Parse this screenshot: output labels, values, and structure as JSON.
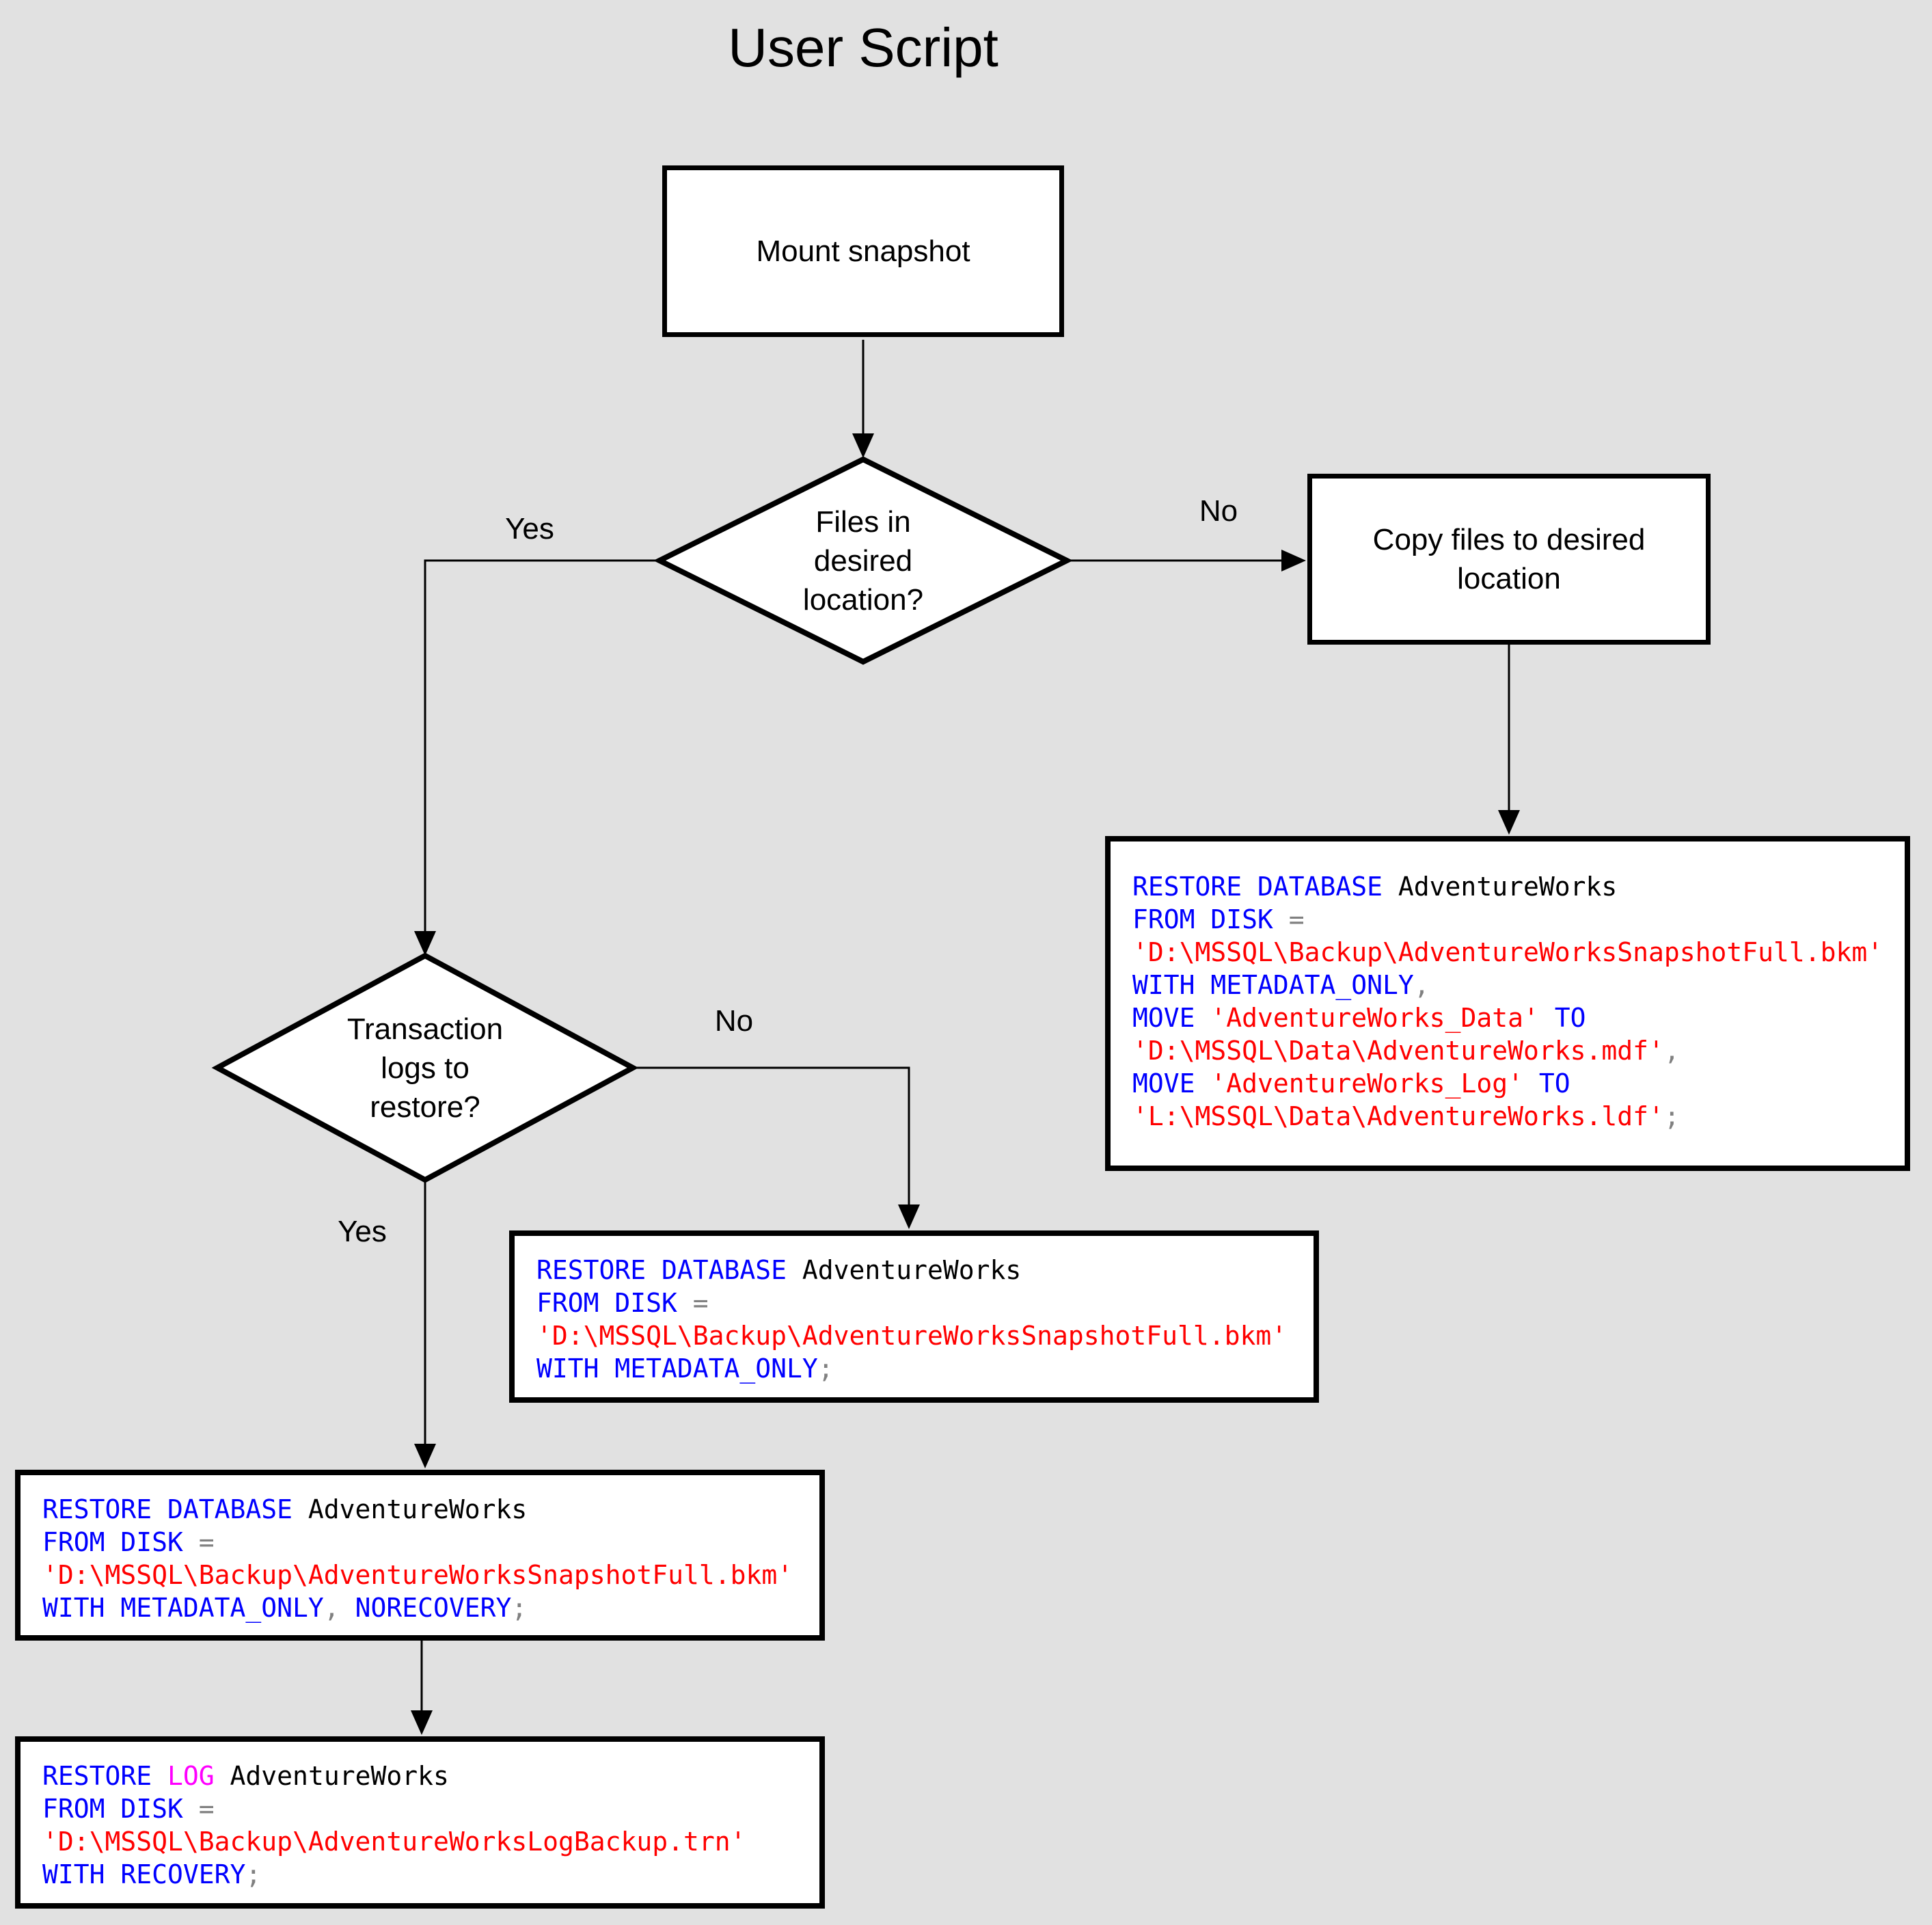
{
  "title": "User Script",
  "nodes": {
    "mount": {
      "label": "Mount snapshot"
    },
    "files_decision": {
      "label": "Files in\ndesired\nlocation?"
    },
    "copy_files": {
      "label": "Copy files to desired location"
    },
    "logs_decision": {
      "label": "Transaction\nlogs to\nrestore?"
    }
  },
  "edge_labels": {
    "files_yes": "Yes",
    "files_no": "No",
    "logs_yes": "Yes",
    "logs_no": "No"
  },
  "colors": {
    "keyword": "#0000FF",
    "identifier": "#000000",
    "string": "#FF0000",
    "punctuation": "#808080",
    "log_keyword": "#FF00FF",
    "shape_fill": "#FFFFFF",
    "shape_stroke": "#000000",
    "background": "#E1E1E1"
  },
  "code_blocks": {
    "copy_restore": {
      "lines": [
        [
          {
            "t": "RESTORE DATABASE",
            "c": "keyword"
          },
          {
            "t": " AdventureWorks",
            "c": "identifier"
          }
        ],
        [
          {
            "t": "FROM DISK",
            "c": "keyword"
          },
          {
            "t": " =",
            "c": "punctuation"
          }
        ],
        [
          {
            "t": "'D:\\MSSQL\\Backup\\AdventureWorksSnapshotFull.bkm'",
            "c": "string"
          }
        ],
        [
          {
            "t": "WITH METADATA_ONLY",
            "c": "keyword"
          },
          {
            "t": ",",
            "c": "punctuation"
          }
        ],
        [
          {
            "t": "MOVE",
            "c": "keyword"
          },
          {
            "t": " 'AdventureWorks_Data'",
            "c": "string"
          },
          {
            "t": " TO",
            "c": "keyword"
          }
        ],
        [
          {
            "t": "'D:\\MSSQL\\Data\\AdventureWorks.mdf'",
            "c": "string"
          },
          {
            "t": ",",
            "c": "punctuation"
          }
        ],
        [
          {
            "t": "MOVE",
            "c": "keyword"
          },
          {
            "t": " 'AdventureWorks_Log'",
            "c": "string"
          },
          {
            "t": " TO",
            "c": "keyword"
          }
        ],
        [
          {
            "t": "'L:\\MSSQL\\Data\\AdventureWorks.ldf'",
            "c": "string"
          },
          {
            "t": ";",
            "c": "punctuation"
          }
        ]
      ]
    },
    "no_logs": {
      "lines": [
        [
          {
            "t": "RESTORE DATABASE",
            "c": "keyword"
          },
          {
            "t": " AdventureWorks",
            "c": "identifier"
          }
        ],
        [
          {
            "t": "FROM DISK",
            "c": "keyword"
          },
          {
            "t": " =",
            "c": "punctuation"
          }
        ],
        [
          {
            "t": "'D:\\MSSQL\\Backup\\AdventureWorksSnapshotFull.bkm'",
            "c": "string"
          }
        ],
        [
          {
            "t": "WITH METADATA_ONLY",
            "c": "keyword"
          },
          {
            "t": ";",
            "c": "punctuation"
          }
        ]
      ]
    },
    "norecovery": {
      "lines": [
        [
          {
            "t": "RESTORE DATABASE",
            "c": "keyword"
          },
          {
            "t": " AdventureWorks",
            "c": "identifier"
          }
        ],
        [
          {
            "t": "FROM DISK",
            "c": "keyword"
          },
          {
            "t": " =",
            "c": "punctuation"
          }
        ],
        [
          {
            "t": "'D:\\MSSQL\\Backup\\AdventureWorksSnapshotFull.bkm'",
            "c": "string"
          }
        ],
        [
          {
            "t": "WITH METADATA_ONLY",
            "c": "keyword"
          },
          {
            "t": ",",
            "c": "punctuation"
          },
          {
            "t": " NORECOVERY",
            "c": "keyword"
          },
          {
            "t": ";",
            "c": "punctuation"
          }
        ]
      ]
    },
    "restore_log": {
      "lines": [
        [
          {
            "t": "RESTORE",
            "c": "keyword"
          },
          {
            "t": " LOG",
            "c": "log_keyword"
          },
          {
            "t": " AdventureWorks",
            "c": "identifier"
          }
        ],
        [
          {
            "t": "FROM DISK",
            "c": "keyword"
          },
          {
            "t": " =",
            "c": "punctuation"
          }
        ],
        [
          {
            "t": "'D:\\MSSQL\\Backup\\AdventureWorksLogBackup.trn'",
            "c": "string"
          }
        ],
        [
          {
            "t": "WITH RECOVERY",
            "c": "keyword"
          },
          {
            "t": ";",
            "c": "punctuation"
          }
        ]
      ]
    }
  }
}
